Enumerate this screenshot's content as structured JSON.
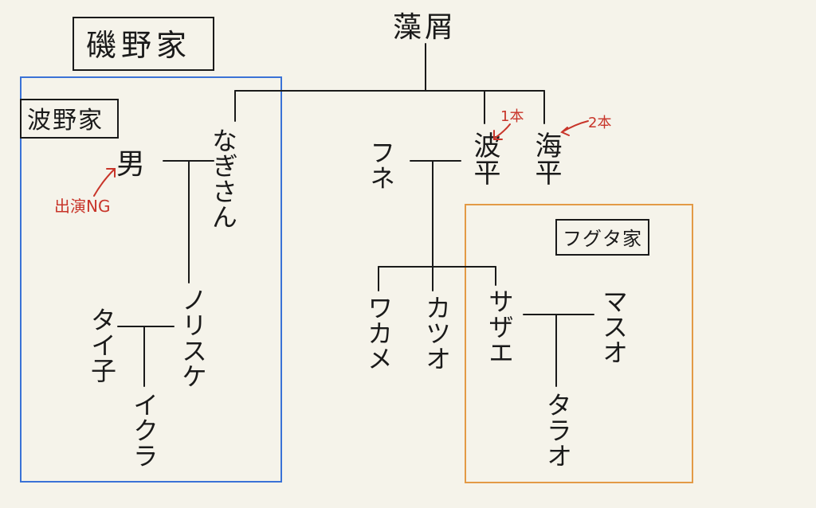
{
  "families": {
    "isono": "磯野家",
    "namino": "波野家",
    "fuguta": "フグタ家"
  },
  "people": {
    "mokuzu": "藻屑",
    "otoko": "男",
    "nagisan": "なぎさん",
    "fune": "フネ",
    "namihei": "波平",
    "umihei": "海平",
    "taiko": "タイ子",
    "norisuke": "ノリスケ",
    "ikura": "イクラ",
    "wakame": "ワカメ",
    "katsuo": "カツオ",
    "sazae": "サザエ",
    "masuo": "マスオ",
    "tarao": "タラオ"
  },
  "notes": {
    "shutsuen_ng": "出演NG",
    "ippon": "1本",
    "nihon": "2本"
  },
  "colors": {
    "ink": "#1a1a1a",
    "red_note": "#c8352a",
    "namino_box": "#3a72d6",
    "fuguta_box": "#e39a46",
    "paper": "#f5f3ea"
  }
}
